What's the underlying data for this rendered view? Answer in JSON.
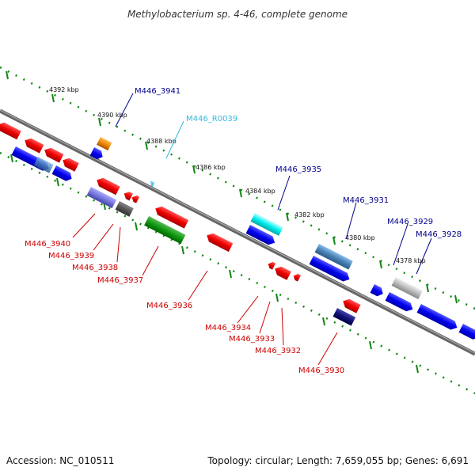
{
  "title": "Methylobacterium sp. 4-46, complete genome",
  "footer": {
    "accession": "Accession: NC_010511",
    "summary": "Topology: circular; Length: 7,659,055 bp; Genes: 6,691"
  },
  "ticks_outer": [
    "4392 kbp",
    "4390 kbp",
    "4388 kbp",
    "4386 kbp",
    "4384 kbp",
    "4382 kbp",
    "4380 kbp",
    "4378 kbp"
  ],
  "gene_labels_top": [
    {
      "name": "M446_3941",
      "color": "#00008b"
    },
    {
      "name": "M446_R0039",
      "color": "#33bbdd"
    },
    {
      "name": "M446_3935",
      "color": "#00008b"
    },
    {
      "name": "M446_3931",
      "color": "#00008b"
    },
    {
      "name": "M446_3929",
      "color": "#00008b"
    },
    {
      "name": "M446_3928",
      "color": "#00008b"
    }
  ],
  "gene_labels_bottom": [
    {
      "name": "M446_3940",
      "color": "#cc0000"
    },
    {
      "name": "M446_3939",
      "color": "#cc0000"
    },
    {
      "name": "M446_3938",
      "color": "#cc0000"
    },
    {
      "name": "M446_3937",
      "color": "#cc0000"
    },
    {
      "name": "M446_3936",
      "color": "#cc0000"
    },
    {
      "name": "M446_3934",
      "color": "#cc0000"
    },
    {
      "name": "M446_3933",
      "color": "#cc0000"
    },
    {
      "name": "M446_3932",
      "color": "#cc0000"
    },
    {
      "name": "M446_3930",
      "color": "#cc0000"
    }
  ],
  "colors": {
    "backbone": "#777777",
    "tick": "#118811",
    "forward": "#0000ee",
    "reverse": "#ee0000",
    "rrna": "#33ccdd",
    "trna": "#00ddee",
    "pseudo": "#888888",
    "orange": "#ee8800",
    "green": "#119911"
  }
}
